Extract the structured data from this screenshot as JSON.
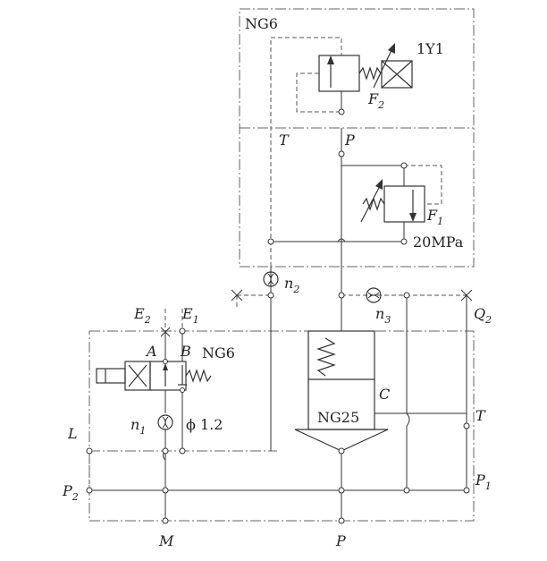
{
  "labels": {
    "ng6_top": "NG6",
    "solenoid_1y1": "1Y1",
    "f2": "F",
    "f2_sub": "2",
    "t_top": "T",
    "p_top": "P",
    "f1": "F",
    "f1_sub": "1",
    "pressure": "20MPa",
    "n2": "n",
    "n2_sub": "2",
    "n3": "n",
    "n3_sub": "3",
    "e2": "E",
    "e2_sub": "2",
    "e1": "E",
    "e1_sub": "1",
    "q2": "Q",
    "q2_sub": "2",
    "port_a": "A",
    "port_b": "B",
    "ng6_mid": "NG6",
    "c_label": "C",
    "ng25": "NG25",
    "l_label": "L",
    "n1": "n",
    "n1_sub": "1",
    "orifice": "ϕ 1.2",
    "t_right": "T",
    "p2": "P",
    "p2_sub": "2",
    "p1": "P",
    "p1_sub": "1",
    "m_label": "M",
    "p_bottom": "P"
  },
  "colors": {
    "line": "#333333",
    "background": "#ffffff"
  }
}
